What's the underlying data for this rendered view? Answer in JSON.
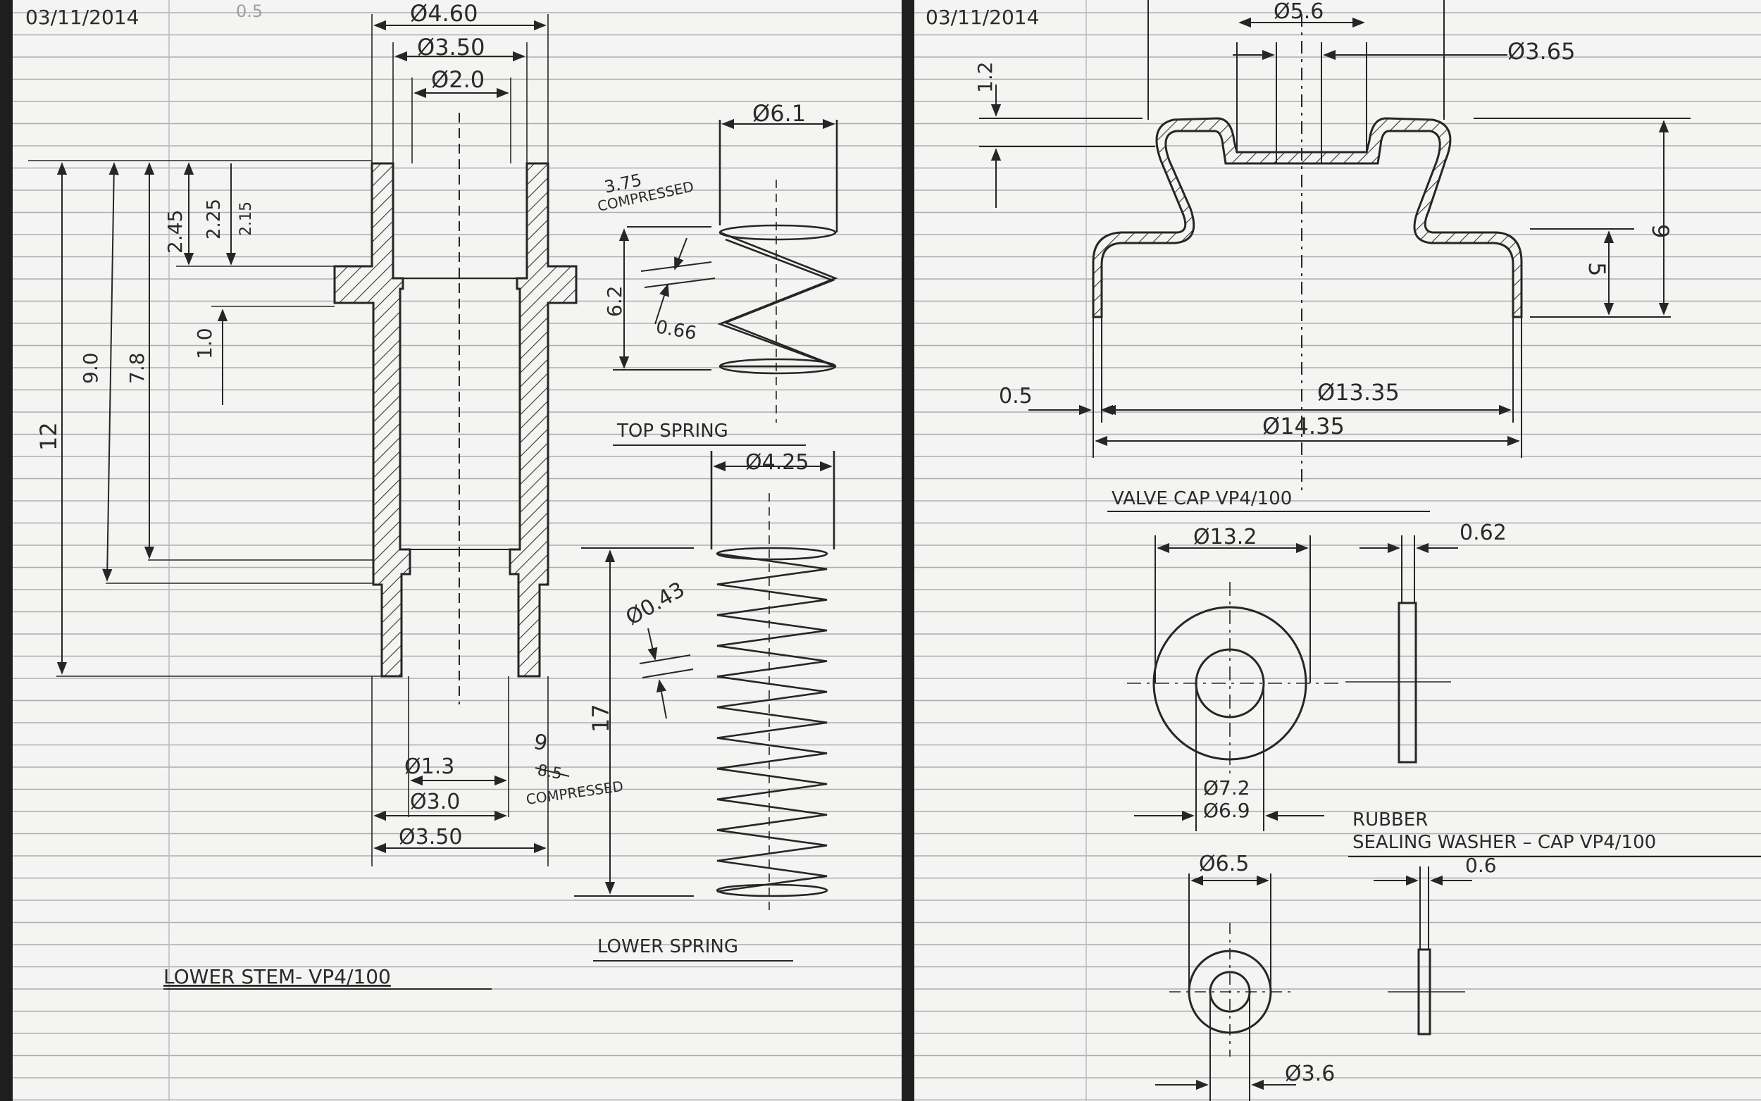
{
  "colors": {
    "paper": "#f4f4f2",
    "rule": "#a9aeb3",
    "ink": "#262626",
    "margin": "#b8bcc0",
    "binding": "#1e1e1e"
  },
  "left_page": {
    "date": "03/11/2014",
    "pencil_note": "0.5",
    "lower_stem": {
      "title": "LOWER STEM-  VP4/100",
      "dims": {
        "d460": "Ø4.60",
        "d350_top": "Ø3.50",
        "d20": "Ø2.0",
        "h12": "12",
        "h90": "9.0",
        "h78": "7.8",
        "h245": "2.45",
        "h225": "2.25",
        "h215": "2.15",
        "h10": "1.0",
        "d13": "Ø1.3",
        "d30": "Ø3.0",
        "d350_bot": "Ø3.50"
      }
    },
    "top_spring": {
      "title": "TOP SPRING",
      "dims": {
        "d61": "Ø6.1",
        "len_compressed": "3.75",
        "compressed_word": "COMPRESSED",
        "h62": "6.2",
        "wire": "0.66"
      }
    },
    "lower_spring": {
      "title": "LOWER SPRING",
      "dims": {
        "d425": "Ø4.25",
        "wire": "Ø0.43",
        "h17": "17",
        "len_compressed": "9",
        "strike": "8.5",
        "compressed_word": "COMPRESSED"
      }
    }
  },
  "right_page": {
    "date": "03/11/2014",
    "valve_cap": {
      "title": "VALVE CAP    VP4/100",
      "dims": {
        "d56": "Ø5.6",
        "d365": "Ø3.65",
        "h12": "1.2",
        "h9": "9",
        "h5": "5",
        "t05": "0.5",
        "d1335": "Ø13.35",
        "d1435": "Ø14.35"
      }
    },
    "washer_cap": {
      "title_line1": "RUBBER",
      "title_line2": "SEALING WASHER – CAP VP4/100",
      "dims": {
        "d132": "Ø13.2",
        "t062": "0.62",
        "d72": "Ø7.2",
        "d69": "Ø6.9"
      }
    },
    "small_washer": {
      "dims": {
        "d65": "Ø6.5",
        "t06": "0.6",
        "d36": "Ø3.6"
      }
    }
  }
}
